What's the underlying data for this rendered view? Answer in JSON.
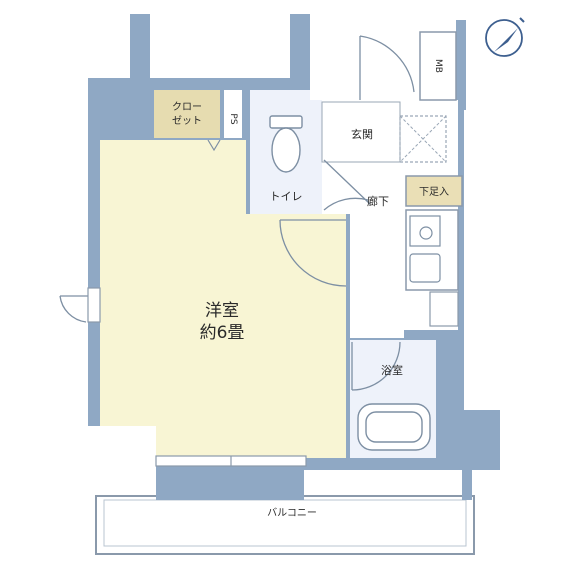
{
  "rooms": {
    "western_room_name": "洋室",
    "western_room_size": "約6畳",
    "closet_line1": "クロー",
    "closet_line2": "ゼット",
    "ps": "PS",
    "mb": "MB",
    "toilet": "トイレ",
    "entrance": "玄関",
    "hallway": "廊下",
    "shoe_box": "下足入",
    "bath": "浴室",
    "balcony": "バルコニー"
  },
  "colors": {
    "wall": "#8fa8c4",
    "western_room": "#f8f5d4",
    "closet": "#e6dcb0",
    "toilet_bath": "#eef2fa",
    "shoe_box": "#eadfb6",
    "line": "#7d8fa3"
  },
  "icons": {
    "compass": "compass-icon",
    "stove": "stove-icon",
    "toilet": "toilet-icon",
    "bathtub": "bathtub-icon"
  }
}
